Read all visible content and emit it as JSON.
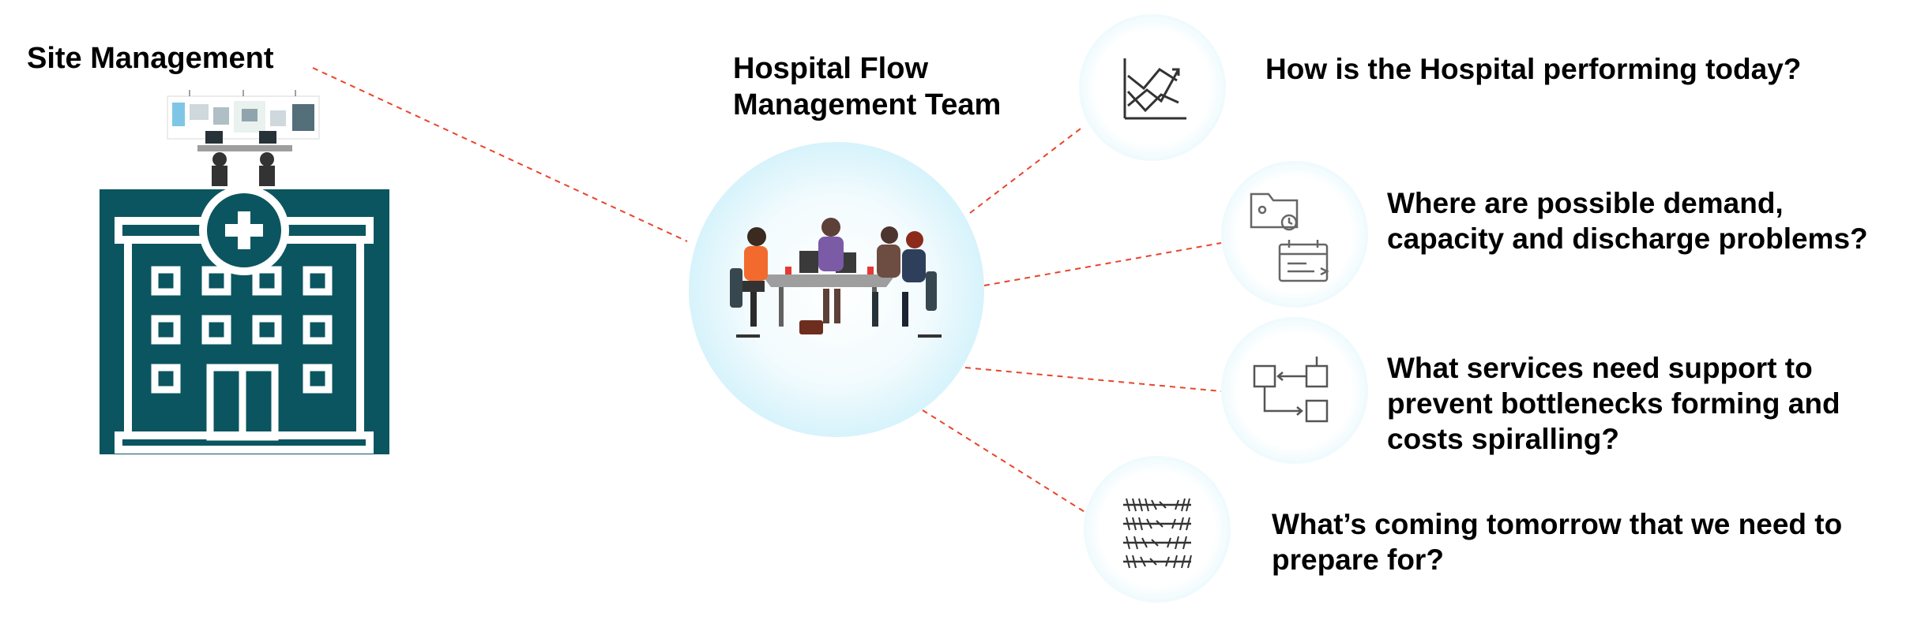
{
  "site": {
    "title": "Site Management"
  },
  "team": {
    "title_line1": "Hospital Flow",
    "title_line2": "Management Team"
  },
  "questions": [
    {
      "lines": [
        "How is the Hospital performing today?"
      ],
      "icon": "line-chart-icon"
    },
    {
      "lines": [
        "Where are possible demand,",
        "capacity and discharge problems?"
      ],
      "icon": "folder-calendar-icon"
    },
    {
      "lines": [
        "What services need support to",
        "prevent bottlenecks forming and",
        "costs spiralling?"
      ],
      "icon": "flow-boxes-icon"
    },
    {
      "lines": [
        "What’s coming tomorrow that we need to",
        "prepare for?"
      ],
      "icon": "forecast-pattern-icon"
    }
  ],
  "colors": {
    "hospital_teal": "#0b5560",
    "connector_red": "#e8452a",
    "bubble_blue": "#c7eef9"
  }
}
